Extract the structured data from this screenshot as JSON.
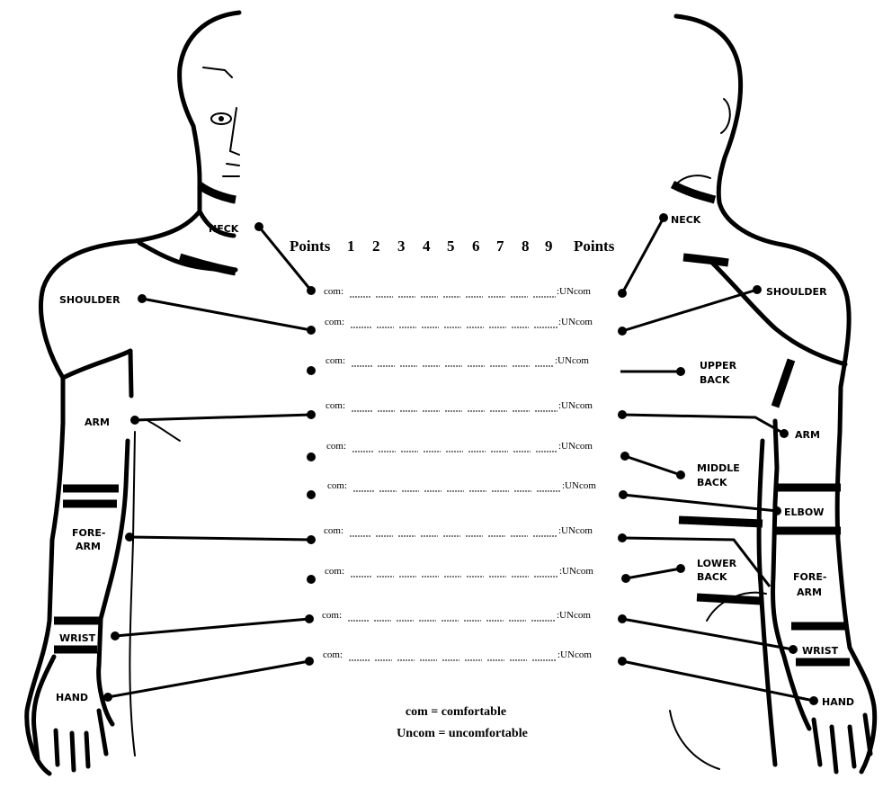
{
  "header": {
    "left": "Points",
    "numbers": [
      "1",
      "2",
      "3",
      "4",
      "5",
      "6",
      "7",
      "8",
      "9"
    ],
    "right": "Points"
  },
  "rows": [
    {
      "left": "com:",
      "right": ":UNcom"
    },
    {
      "left": "com:",
      "right": ":UNcom"
    },
    {
      "left": "com:",
      "right": ":UNcom"
    },
    {
      "left": "com:",
      "right": ":UNcom"
    },
    {
      "left": "com:",
      "right": ":UNcom"
    },
    {
      "left": "com:",
      "right": ":UNcom"
    },
    {
      "left": "com:",
      "right": ":UNcom"
    },
    {
      "left": "com:",
      "right": ":UNcom"
    },
    {
      "left": "com:",
      "right": ":UNcom"
    },
    {
      "left": "com:",
      "right": ":UNcom"
    }
  ],
  "left_labels": {
    "neck": "NECK",
    "shoulder": "SHOULDER",
    "arm": "ARM",
    "fore_1": "FORE-",
    "fore_2": "ARM",
    "wrist": "WRIST",
    "hand": "HAND"
  },
  "right_labels": {
    "neck": "NECK",
    "shoulder": "SHOULDER",
    "upper_back_1": "UPPER",
    "upper_back_2": "BACK",
    "arm": "ARM",
    "middle_back_1": "MIDDLE",
    "middle_back_2": "BACK",
    "elbow": "ELBOW",
    "lower_back_1": "LOWER",
    "lower_back_2": "BACK",
    "fore_1": "FORE-",
    "fore_2": "ARM",
    "wrist": "WRIST",
    "hand": "HAND"
  },
  "legend": {
    "line1": "com = comfortable",
    "line2": "Uncom = uncomfortable"
  }
}
